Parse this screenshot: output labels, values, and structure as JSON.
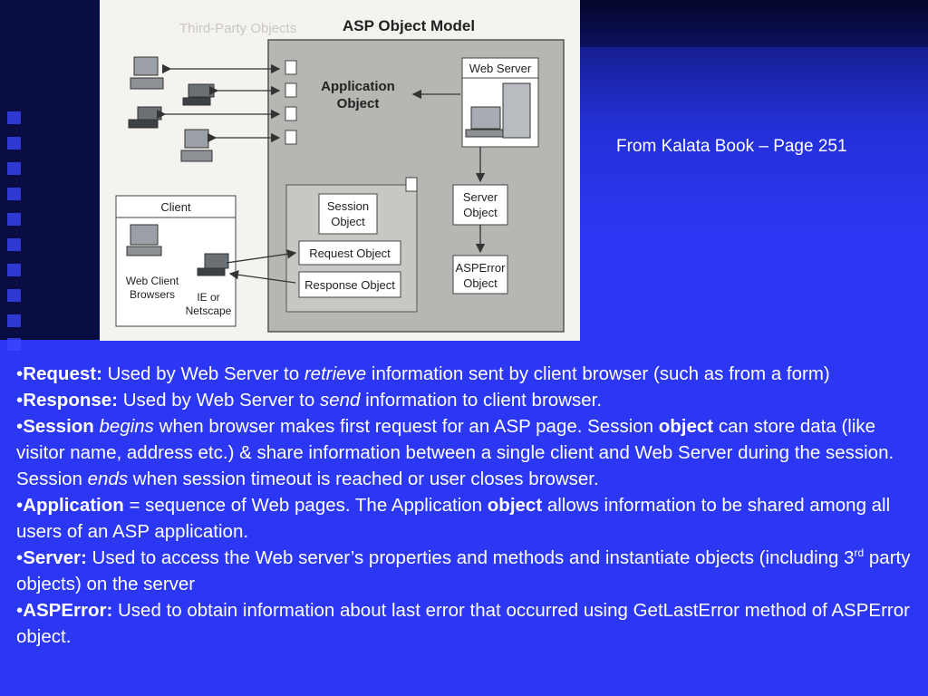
{
  "caption": "From Kalata Book – Page 251",
  "diagram": {
    "title": "ASP Object Model",
    "faded_title": "Third-Party Objects",
    "application_object": [
      "Application",
      "Object"
    ],
    "web_server": "Web Server",
    "server_object": [
      "Server",
      "Object"
    ],
    "asperror_object": [
      "ASPError",
      "Object"
    ],
    "client": "Client",
    "web_client_browsers": [
      "Web Client",
      "Browsers"
    ],
    "ie_or_netscape": [
      "IE or",
      "Netscape"
    ],
    "session_object": [
      "Session",
      "Object"
    ],
    "request_object": "Request Object",
    "response_object": "Response Object"
  },
  "bullets": {
    "bullet_char": "•",
    "request": {
      "term": "Request:",
      "t1": " Used by Web Server to ",
      "em": "retrieve",
      "t2": " information sent by client browser (such as from a form)"
    },
    "response": {
      "term": "Response:",
      "t1": " Used by Web Server to ",
      "em": "send",
      "t2": " information  to  client  browser."
    },
    "session": {
      "term": "Session",
      "em1": "begins",
      "t1": " when browser makes first request for an ASP page. Session ",
      "strong": "object",
      "t2": " can store data (like visitor name, address etc.) & share information between a single client and Web Server during the session. Session ",
      "em2": "ends",
      "t3": " when session timeout is reached or user closes browser."
    },
    "application": {
      "term": "Application",
      "t1": " = sequence of Web pages. The Application ",
      "strong": "object",
      "t2": " allows information to be shared among all users of an ASP application."
    },
    "server": {
      "term": "Server:",
      "t1": " Used to access the Web server’s properties and methods and instantiate objects (including 3",
      "sup": "rd",
      "t2": " party objects) on the server"
    },
    "asperror": {
      "term": "ASPError:",
      "t1": " Used to obtain information about last error that occurred using GetLastError method of ASPError object."
    }
  }
}
